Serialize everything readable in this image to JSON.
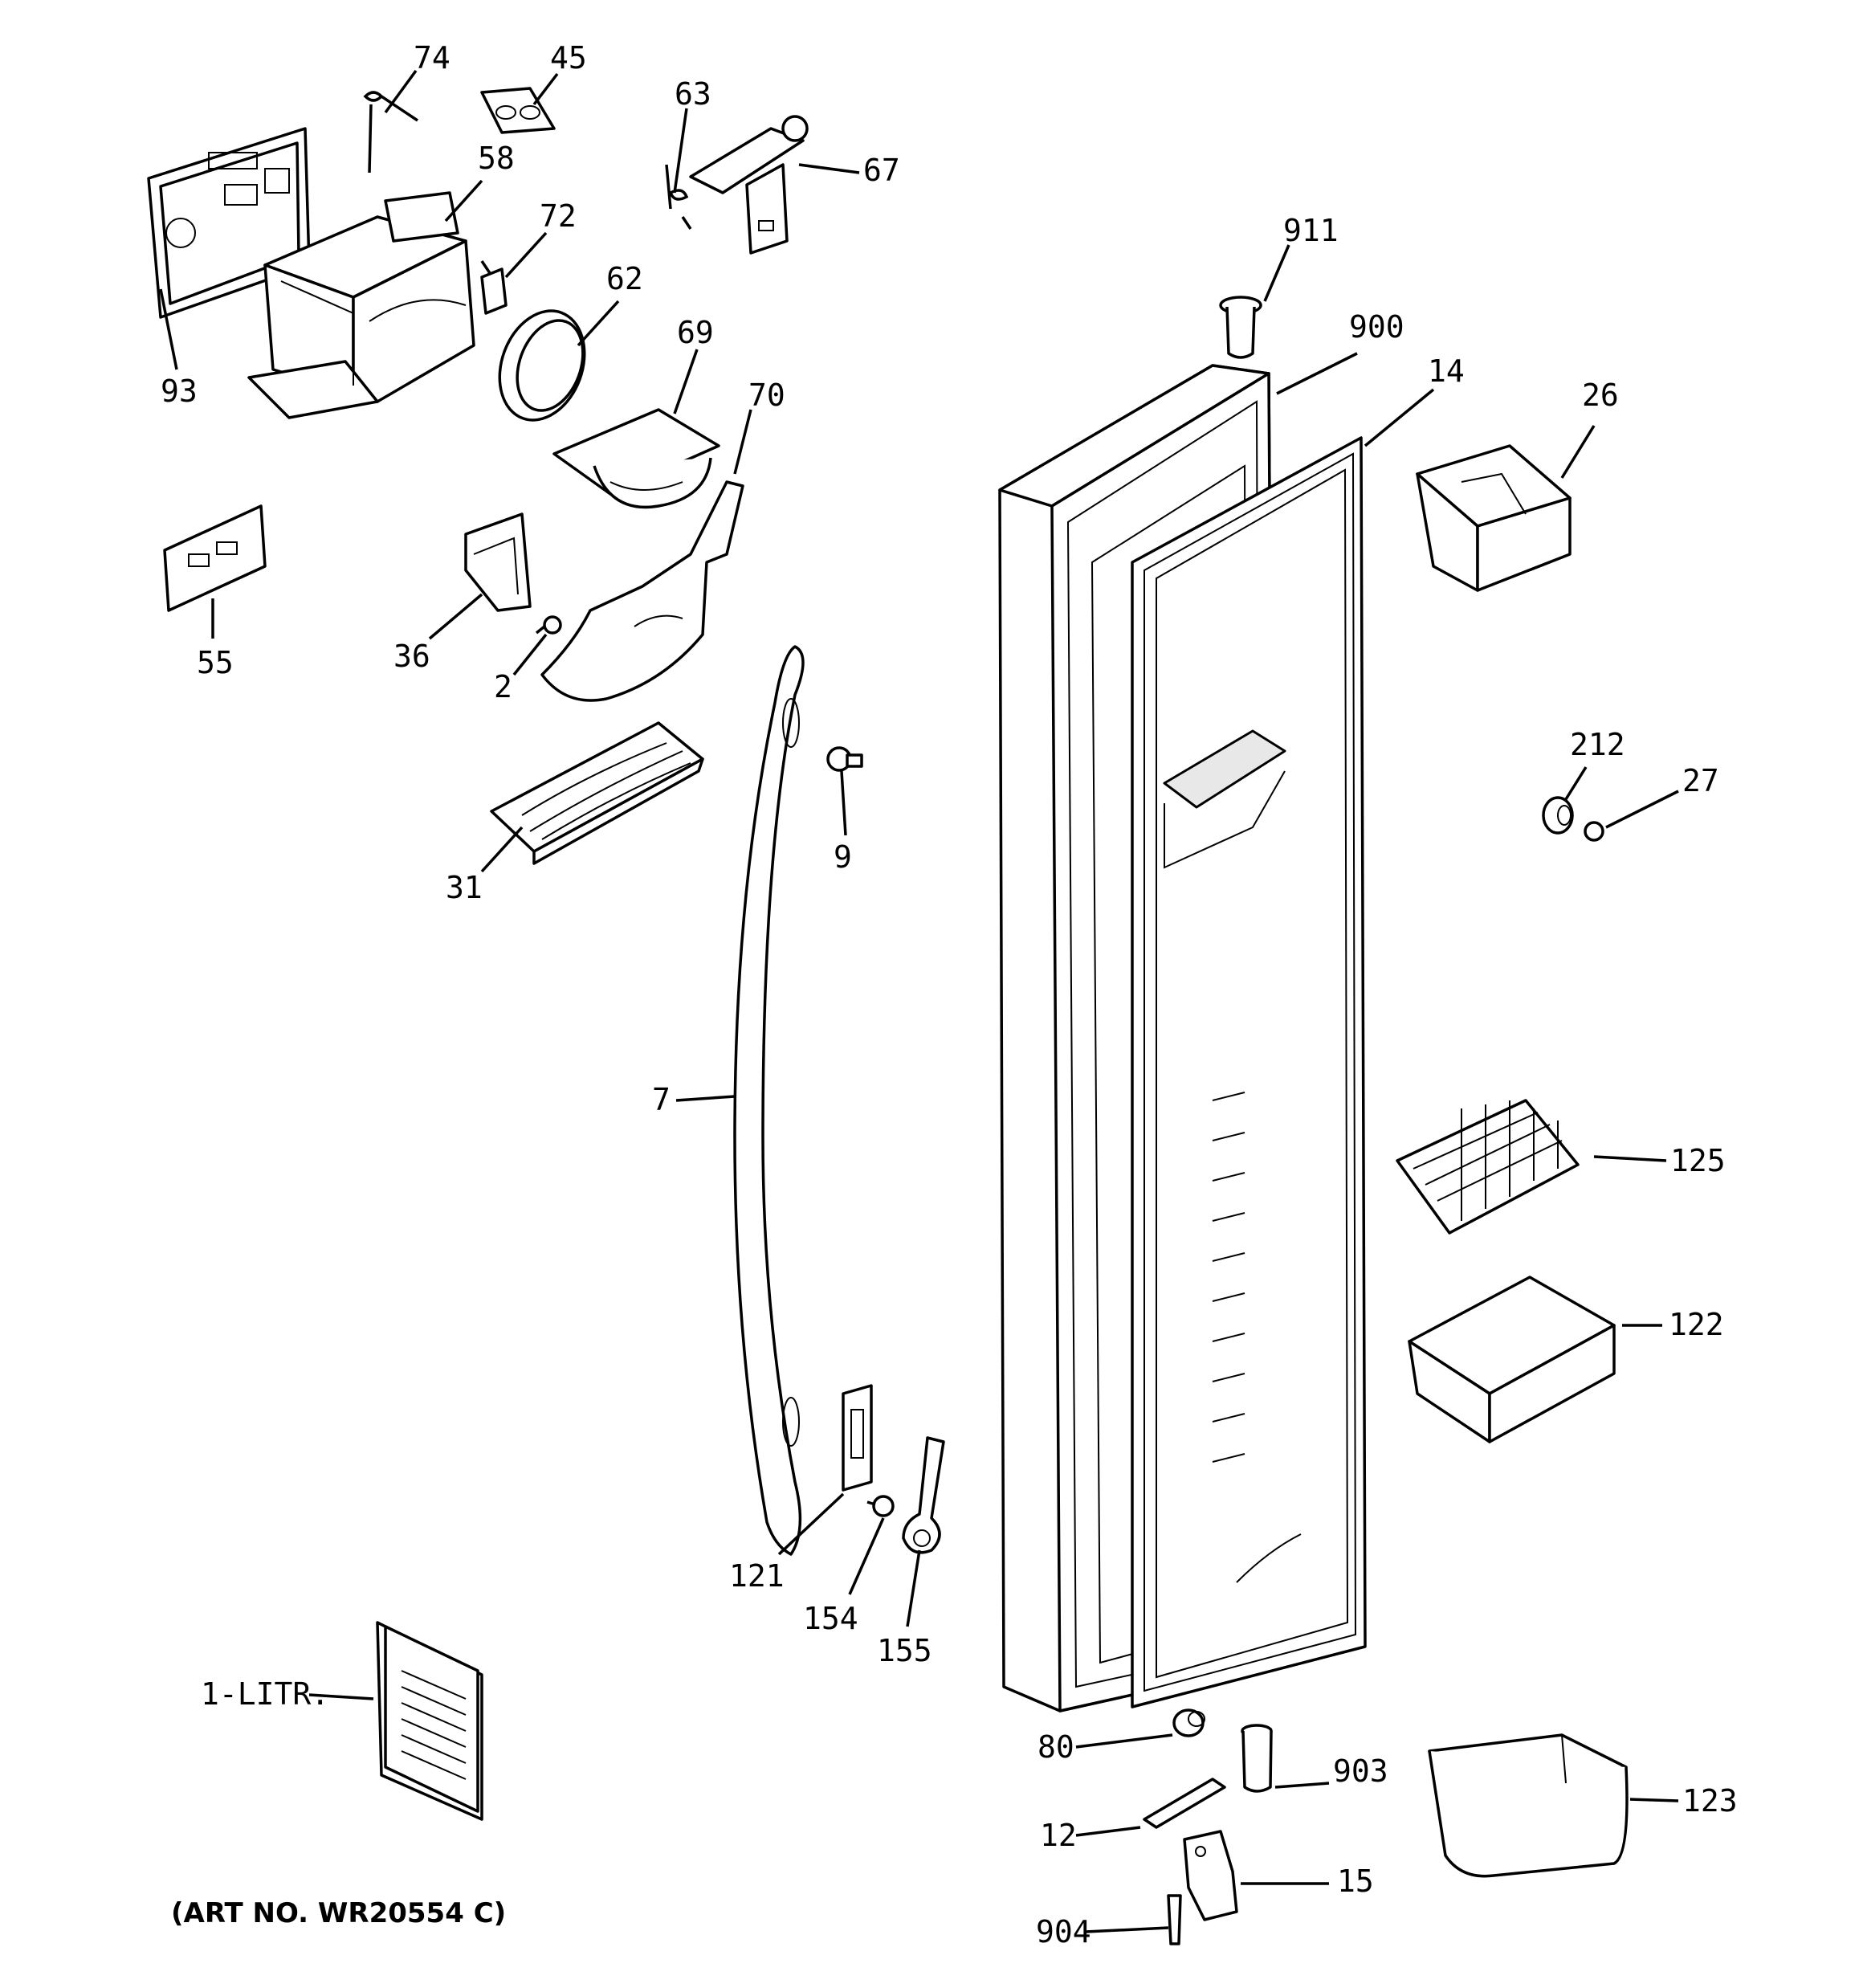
{
  "part_labels": {
    "p74": "74",
    "p45": "45",
    "p63": "63",
    "p67": "67",
    "p58": "58",
    "p72": "72",
    "p62": "62",
    "p93": "93",
    "p69": "69",
    "p70": "70",
    "p55": "55",
    "p36": "36",
    "p2": "2",
    "p9": "9",
    "p31": "31",
    "p7": "7",
    "p121": "121",
    "p154": "154",
    "p155": "155",
    "p1litr": "1-LITR.",
    "p911": "911",
    "p900": "900",
    "p14": "14",
    "p26": "26",
    "p212": "212",
    "p27": "27",
    "p125": "125",
    "p122": "122",
    "p80": "80",
    "p903": "903",
    "p12": "12",
    "p15": "15",
    "p904": "904",
    "p123": "123"
  },
  "caption": "(ART NO. WR20554 C)"
}
